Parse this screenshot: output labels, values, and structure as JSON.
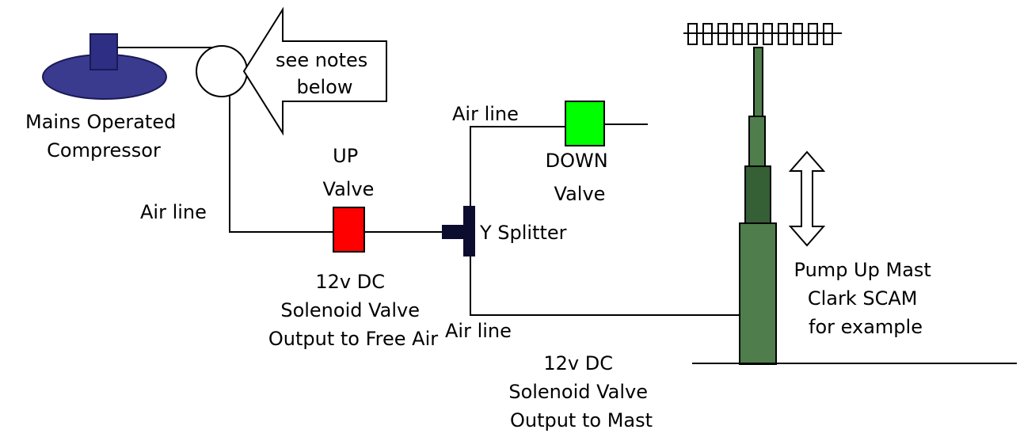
{
  "labels": {
    "compressor": [
      "Mains Operated",
      "Compressor"
    ],
    "notes_callout": [
      "see notes",
      "below"
    ],
    "up_valve": [
      "UP",
      "Valve"
    ],
    "down_valve": [
      "DOWN",
      "Valve"
    ],
    "air_line_top": "Air line",
    "air_line_left": "Air line",
    "air_line_bottom": "Air line",
    "y_splitter": "Y Splitter",
    "solenoid_free_air": [
      "12v DC",
      "Solenoid Valve",
      "Output to Free Air"
    ],
    "solenoid_mast": [
      "12v DC",
      "Solenoid Valve",
      "Output to Mast"
    ],
    "mast": [
      "Pump Up Mast",
      "Clark SCAM",
      "for example"
    ]
  },
  "colors": {
    "compressor_fill": "#2e2e85",
    "compressor_tank_fill": "#3a3a8f",
    "up_valve_fill": "#ff0000",
    "down_valve_fill": "#00ff00",
    "splitter_fill": "#0c0c2e",
    "mast_fill": "#4f7e4c",
    "mast_dark": "#2f5a2f",
    "line": "#000000"
  }
}
